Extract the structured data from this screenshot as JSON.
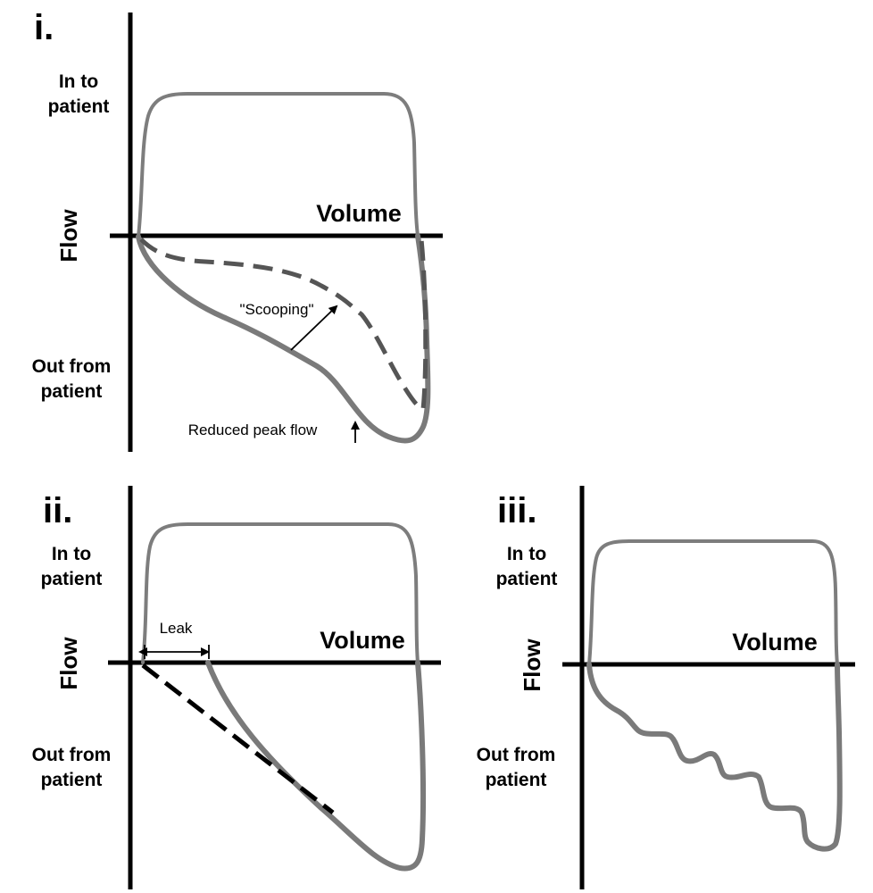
{
  "panels": [
    {
      "id": "i",
      "numeral": "i.",
      "inflow_label": [
        "In to",
        "patient"
      ],
      "outflow_label": [
        "Out from",
        "patient"
      ],
      "flow_axis_label": "Flow",
      "volume_axis_label": "Volume",
      "annotations": {
        "scooping": "\"Scooping\"",
        "reduced_peak": "Reduced peak flow"
      }
    },
    {
      "id": "ii",
      "numeral": "ii.",
      "inflow_label": [
        "In to",
        "patient"
      ],
      "outflow_label": [
        "Out from",
        "patient"
      ],
      "flow_axis_label": "Flow",
      "volume_axis_label": "Volume",
      "annotations": {
        "leak": "Leak"
      }
    },
    {
      "id": "iii",
      "numeral": "iii.",
      "inflow_label": [
        "In to",
        "patient"
      ],
      "outflow_label": [
        "Out from",
        "patient"
      ],
      "flow_axis_label": "Flow",
      "volume_axis_label": "Volume"
    }
  ],
  "colors": {
    "loop": "#7d7d7d",
    "axis": "#000000",
    "dashed_curve": "#555555"
  }
}
